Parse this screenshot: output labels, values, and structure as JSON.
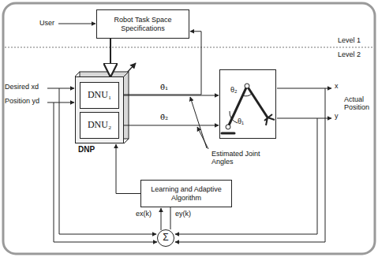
{
  "diagram": {
    "nodes": [
      {
        "text": [
          "Robot Task Space Specifications"
        ]
      },
      {
        "text": [
          "DNP"
        ]
      },
      {
        "text": [
          "DNU₁"
        ],
        "in": 1
      },
      {
        "text": [
          "DNU₂"
        ],
        "in": 1
      },
      {
        "text": [
          "θ₁",
          "θ₂"
        ]
      },
      {
        "text": [
          "Learning and Adaptive Algorithm"
        ]
      },
      {
        "text": [
          "Σ"
        ]
      }
    ],
    "edges": [
      {
        "from": 0,
        "to": 1,
        "arrow": "to"
      },
      {
        "from": 2,
        "to": 4,
        "label": "θ̄₁",
        "arrow": "to"
      },
      {
        "from": 3,
        "to": 4,
        "label": "θ̄₂",
        "arrow": "to"
      },
      {
        "from": 1,
        "to": 0,
        "arrow": "to"
      },
      {
        "from": 5,
        "to": 1,
        "arrow": "to"
      },
      {
        "from": 6,
        "to": 5,
        "arrow": "to"
      }
    ],
    "labels": [
      "User",
      "Level 1",
      "Level 2",
      "Desired xd",
      "Position yd",
      "x",
      "y",
      "Actual Position",
      "Estimated Joint Angles",
      "ex(k)",
      "ey(k)"
    ]
  }
}
